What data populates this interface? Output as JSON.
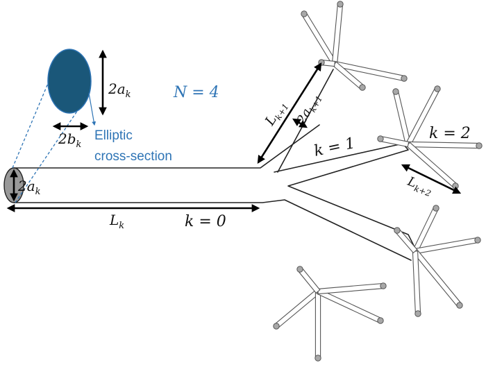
{
  "text": {
    "n_label": "N = 4",
    "cross_section_line1": "Elliptic",
    "cross_section_line2": "cross-section",
    "a_k_root": "2a",
    "a_k_root_sub": "k",
    "a_k_ellipse": "2a",
    "a_k_ellipse_sub": "k",
    "b_k": "2b",
    "b_k_sub": "k",
    "L_k": "L",
    "L_k_sub": "k",
    "k0": "k = 0",
    "k1": "k = 1",
    "k2": "k = 2",
    "L_k1": "L",
    "L_k1_sub": "k+1",
    "a_k1": "2a",
    "a_k1_sub": "k+1",
    "L_k2": "L",
    "L_k2_sub": "k+2"
  },
  "colors": {
    "ellipse_fill": "#1a5779",
    "accent_blue": "#2e74b5",
    "dash_blue": "#2e74b5",
    "root_cap_fill": "#999999",
    "twig_cap_fill": "#a8a8a8"
  },
  "icons": [
    "ellipse-cross-section",
    "double-headed-arrow"
  ]
}
